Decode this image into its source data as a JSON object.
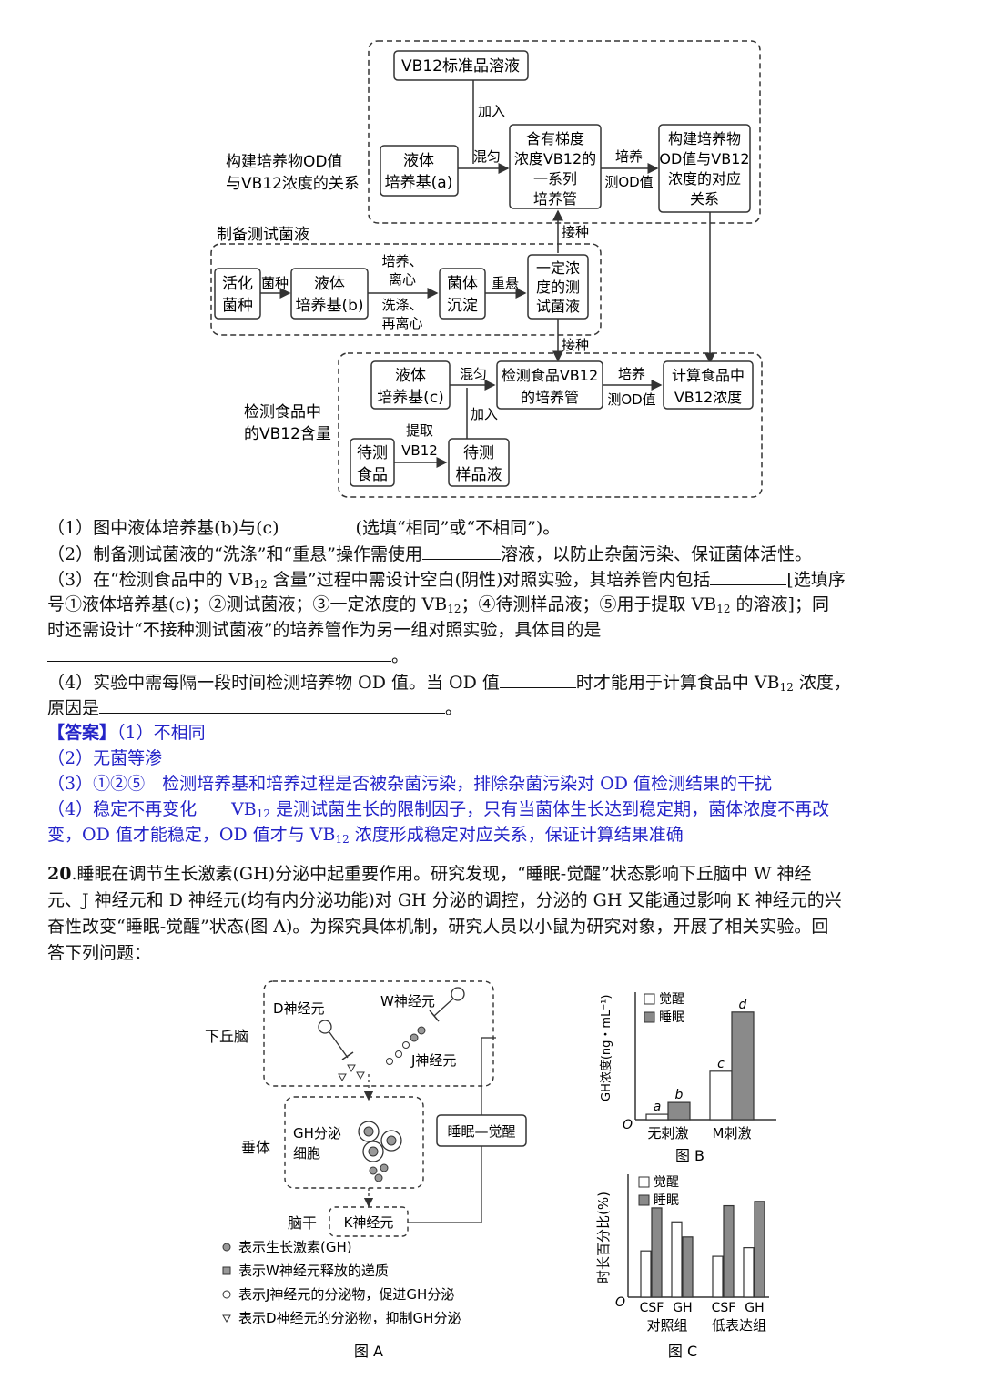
{
  "flow": {
    "section1_label": [
      "构建培养物OD值",
      "与VB12浓度的关系"
    ],
    "section2_label": "制备测试菌液",
    "section3_label": [
      "检测食品中",
      "的VB12含量"
    ],
    "vb12_std": "VB12标准品溶液",
    "add": "加入",
    "mix": "混匀",
    "medium_a": [
      "液体",
      "培养基(a)"
    ],
    "gradient_tubes": [
      "含有梯度",
      "浓度VB12的",
      "一系列",
      "培养管"
    ],
    "culture_od": [
      "培养",
      "测OD值"
    ],
    "build_rel": [
      "构建培养物",
      "OD值与VB12",
      "浓度的对应",
      "关系"
    ],
    "inoculate": "接种",
    "activate": [
      "活化",
      "菌种"
    ],
    "strain": "菌种",
    "medium_b": [
      "液体",
      "培养基(b)"
    ],
    "culture_centrifuge": [
      "培养、",
      "离心"
    ],
    "wash_centrifuge": [
      "洗涤、",
      "再离心"
    ],
    "sediment": [
      "菌体",
      "沉淀"
    ],
    "resuspend": "重悬",
    "test_suspension": [
      "一定浓",
      "度的测",
      "试菌液"
    ],
    "medium_c": [
      "液体",
      "培养基(c)"
    ],
    "detect_tube": [
      "检测食品VB12",
      "的培养管"
    ],
    "calc": [
      "计算食品中",
      "VB12浓度"
    ],
    "extract": [
      "提取",
      "VB12"
    ],
    "food": [
      "待测",
      "食品"
    ],
    "sample": [
      "待测",
      "样品液"
    ]
  },
  "q19": {
    "q1": [
      "（1）图中液体培养基(b)与(c)",
      "(选填“相同”或“不相同”)。"
    ],
    "q2": [
      "（2）制备测试菌液的“洗涤”和“重悬”操作需使用",
      "溶液，以防止杂菌污染、保证菌体活性。"
    ],
    "q3a": [
      "（3）在“检测食品中的 VB",
      "12",
      " 含量”过程中需设计空白(阴性)对照实验，其培养管内包括",
      "[选填序"
    ],
    "q3b": [
      "号①液体培养基(c)；②测试菌液；③一定浓度的 VB",
      "12",
      "；④待测样品液；⑤用于提取 VB",
      "12",
      " 的溶液]；同"
    ],
    "q3c": "时还需设计“不接种测试菌液”的培养管作为另一组对照实验，具体目的是",
    "q3d": "。",
    "q4a": [
      "（4）实验中需每隔一段时间检测培养物 OD 值。当 OD 值",
      "时才能用于计算食品中 VB",
      "12",
      " 浓度，"
    ],
    "q4b": [
      "原因是",
      "。"
    ]
  },
  "answer": {
    "a1": [
      "【答案】",
      "（1）不相同"
    ],
    "a2": "（2）无菌等渗",
    "a3": "（3）①②⑤　检测培养基和培养过程是否被杂菌污染，排除杂菌污染对 OD 值检测结果的干扰",
    "a4a": [
      "（4）稳定不再变化　　VB",
      "12",
      " 是测试菌生长的限制因子，只有当菌体生长达到稳定期，菌体浓度不再改"
    ],
    "a4b": [
      "变，OD 值才能稳定，OD 值才与 VB",
      "12",
      " 浓度形成稳定对应关系，保证计算结果准确"
    ]
  },
  "q20": {
    "num": "20",
    "l1": ".睡眠在调节生长激素(GH)分泌中起重要作用。研究发现，“睡眠-觉醒”状态影响下丘脑中 W 神经",
    "l2": "元、J 神经元和 D 神经元(均有内分泌功能)对 GH 分泌的调控，分泌的 GH 又能通过影响 K 神经元的兴",
    "l3": "奋性改变“睡眠-觉醒”状态(图 A)。为探究具体机制，研究人员以小鼠为研究对象，开展了相关实验。回",
    "l4": "答下列问题："
  },
  "figA": {
    "hypothalamus": "下丘脑",
    "d_neuron": "D神经元",
    "w_neuron": "W神经元",
    "j_neuron": "J神经元",
    "pituitary": "垂体",
    "gh_cell": [
      "GH分泌",
      "细胞"
    ],
    "sleep_wake": "睡眠—觉醒",
    "brainstem": "脑干",
    "k_neuron": "K神经元",
    "legend": [
      "表示生长激素(GH)",
      "表示W神经元释放的递质",
      "表示J神经元的分泌物，促进GH分泌",
      "表示D神经元的分泌物，抑制GH分泌"
    ],
    "caption": "图 A"
  },
  "chart_data": [
    {
      "type": "bar",
      "title": "",
      "ylabel": "GH浓度(ng・mL⁻¹)",
      "categories": [
        "无刺激",
        "M刺激"
      ],
      "series": [
        {
          "name": "觉醒",
          "values": [
            0.05,
            0.45
          ],
          "labels": [
            "a",
            "c"
          ]
        },
        {
          "name": "睡眠",
          "values": [
            0.16,
            1.0
          ],
          "labels": [
            "b",
            "d"
          ]
        }
      ],
      "ylim": [
        0,
        1.1
      ],
      "caption": "图 B",
      "origin": "O"
    },
    {
      "type": "bar",
      "title": "",
      "ylabel": "时长百分比(%)",
      "categories": [
        "CSF",
        "GH",
        "CSF",
        "GH"
      ],
      "groups": [
        "对照组",
        "低表达组"
      ],
      "series": [
        {
          "name": "觉醒",
          "values": [
            0.43,
            0.7,
            0.38,
            0.46
          ]
        },
        {
          "name": "睡眠",
          "values": [
            0.83,
            0.56,
            0.85,
            0.89
          ]
        }
      ],
      "ylim": [
        0,
        1.1
      ],
      "caption": "图 C",
      "origin": "O"
    }
  ]
}
